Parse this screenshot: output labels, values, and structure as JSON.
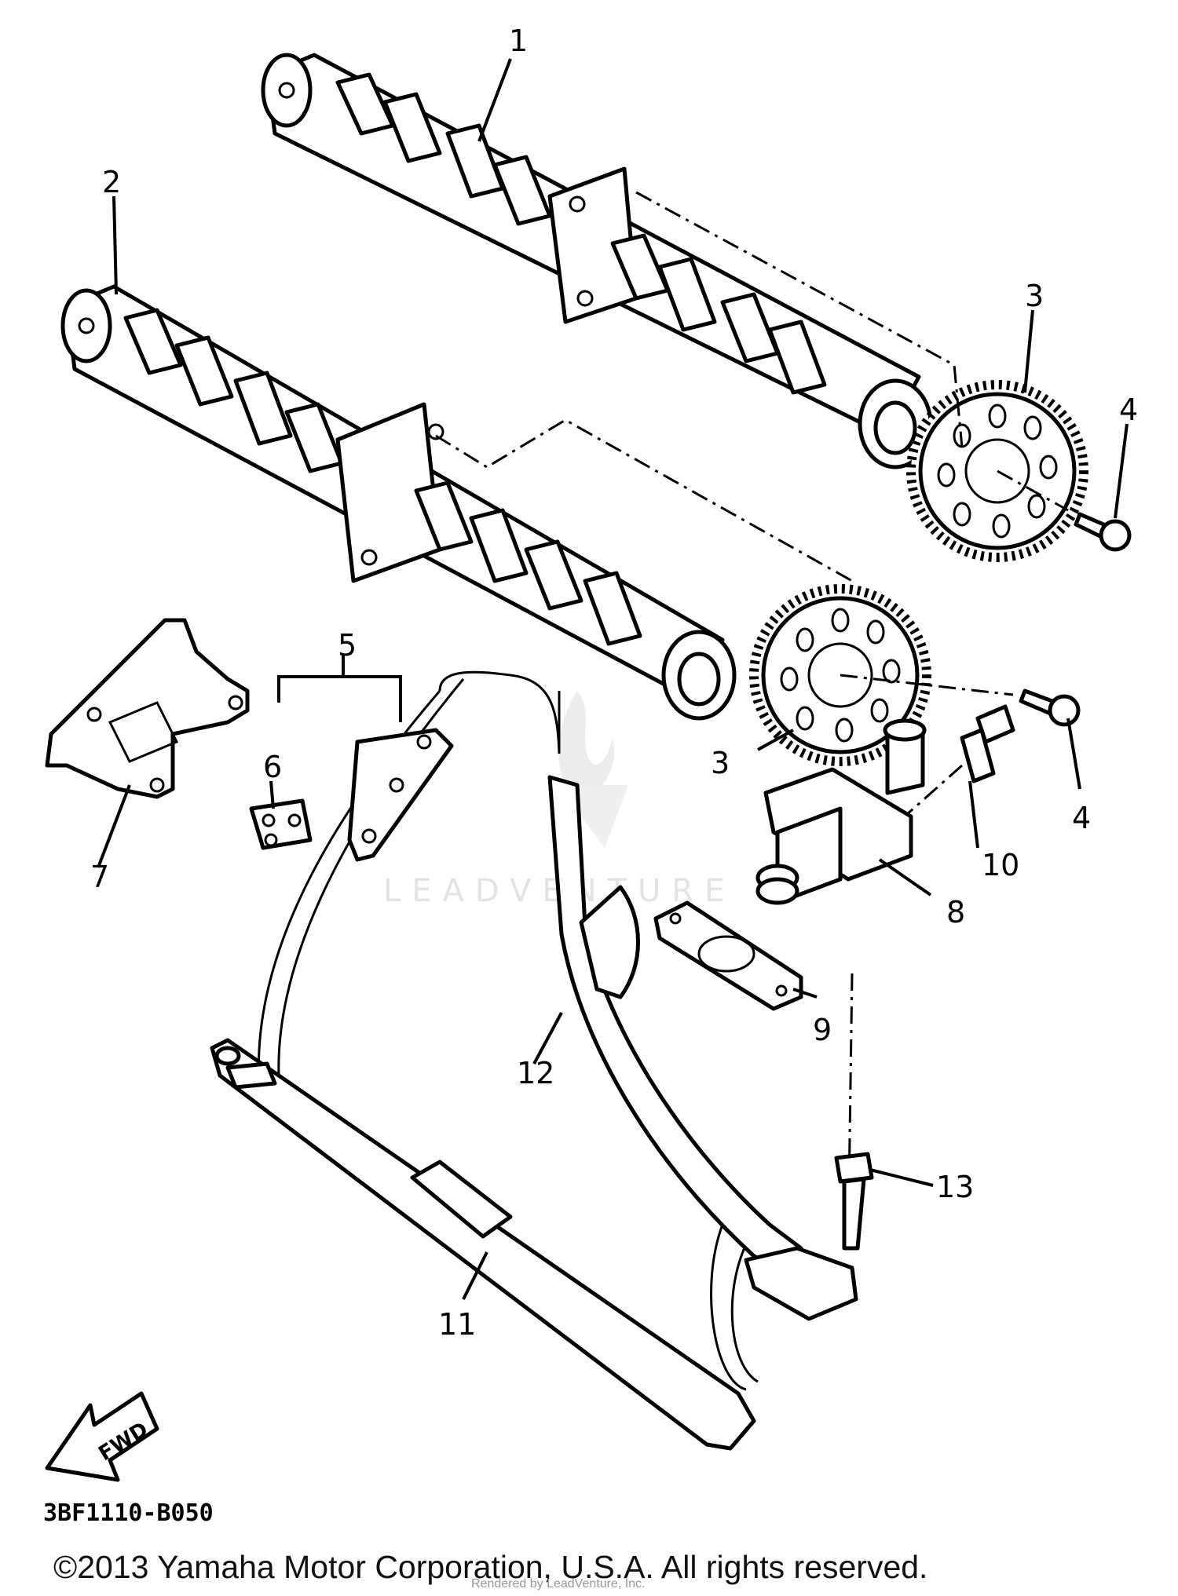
{
  "diagram": {
    "callouts": [
      {
        "id": "1",
        "label": "1"
      },
      {
        "id": "2",
        "label": "2"
      },
      {
        "id": "3a",
        "label": "3"
      },
      {
        "id": "3b",
        "label": "3"
      },
      {
        "id": "4a",
        "label": "4"
      },
      {
        "id": "4b",
        "label": "4"
      },
      {
        "id": "5",
        "label": "5"
      },
      {
        "id": "6",
        "label": "6"
      },
      {
        "id": "7",
        "label": "7"
      },
      {
        "id": "8",
        "label": "8"
      },
      {
        "id": "9",
        "label": "9"
      },
      {
        "id": "10",
        "label": "10"
      },
      {
        "id": "11",
        "label": "11"
      },
      {
        "id": "12",
        "label": "12"
      },
      {
        "id": "13",
        "label": "13"
      }
    ],
    "direction_arrow_label": "FWD",
    "diagram_code": "3BF1110-B050",
    "watermark_text": "LEADVENTURE",
    "copyright": "©2013 Yamaha Motor Corporation, U.S.A. All rights reserved.",
    "overprint_text": "Rendered by LeadVenture, Inc."
  }
}
